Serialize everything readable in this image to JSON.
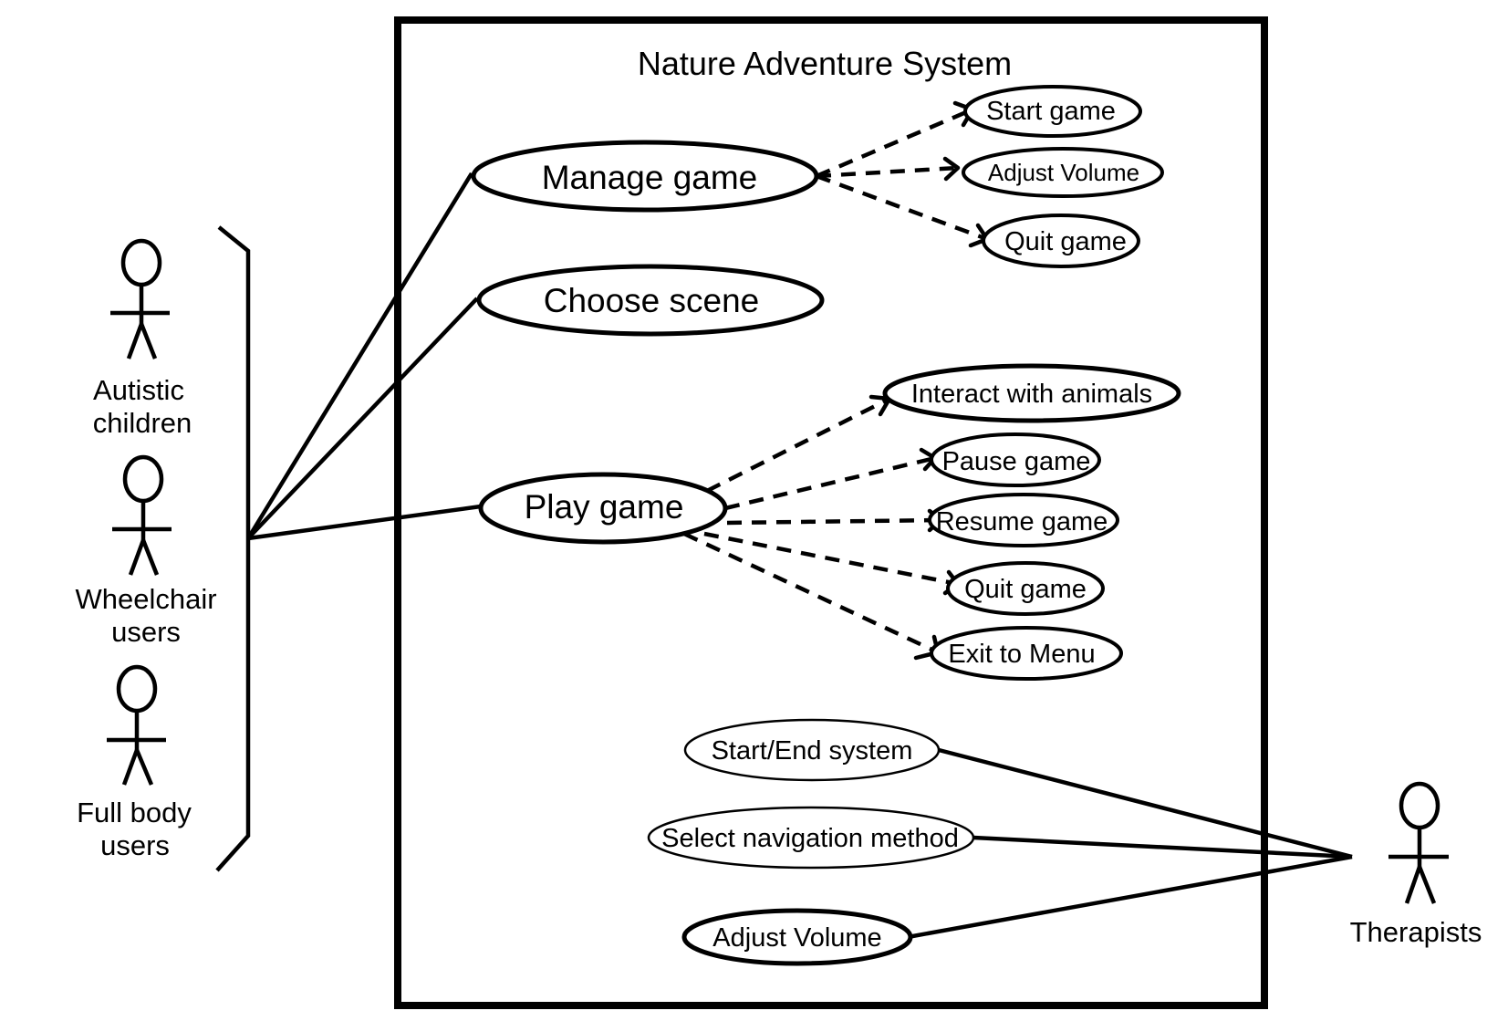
{
  "system": {
    "title": "Nature Adventure System"
  },
  "use_cases": {
    "manage_game": "Manage game",
    "choose_scene": "Choose scene",
    "play_game": "Play game",
    "start_game": "Start game",
    "adjust_volume_game": "Adjust Volume",
    "quit_game_manage": "Quit game",
    "interact_animals": "Interact with animals",
    "pause_game": "Pause game",
    "resume_game": "Resume game",
    "quit_game_play": "Quit game",
    "exit_to_menu": "Exit to Menu",
    "start_end_system": "Start/End system",
    "select_navigation": "Select navigation method",
    "adjust_volume_therapist": "Adjust Volume"
  },
  "actors": {
    "autistic_children": [
      "Autistic",
      "children"
    ],
    "wheelchair_users": [
      "Wheelchair",
      "users"
    ],
    "full_body_users": [
      "Full body",
      "users"
    ],
    "therapists": "Therapists"
  }
}
